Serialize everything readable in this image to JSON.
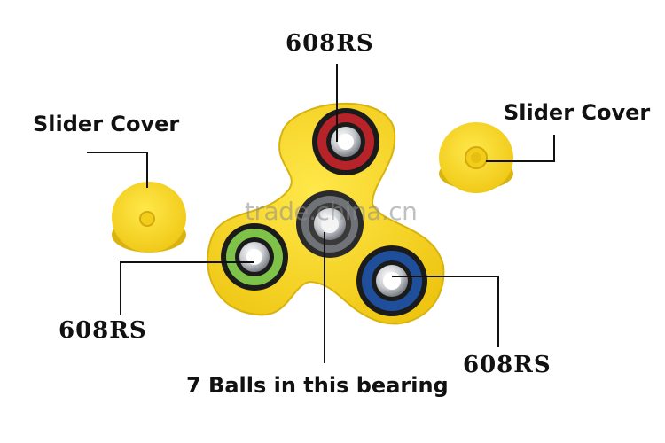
{
  "labels": {
    "top_bearing": "608RS",
    "slider_cover_left": "Slider Cover",
    "slider_cover_right": "Slider Cover",
    "left_bearing": "608RS",
    "right_bearing": "608RS",
    "center_bearing_note": "7 Balls in this bearing"
  },
  "watermark": "trade.china.cn",
  "colors": {
    "spinner_body": "#f5d416",
    "top_bearing_ring": "#b8232a",
    "left_bearing_ring": "#7fc24a",
    "right_bearing_ring": "#1f4f9a",
    "center_bearing": "#7b7b7b",
    "leader_line": "#111111"
  }
}
